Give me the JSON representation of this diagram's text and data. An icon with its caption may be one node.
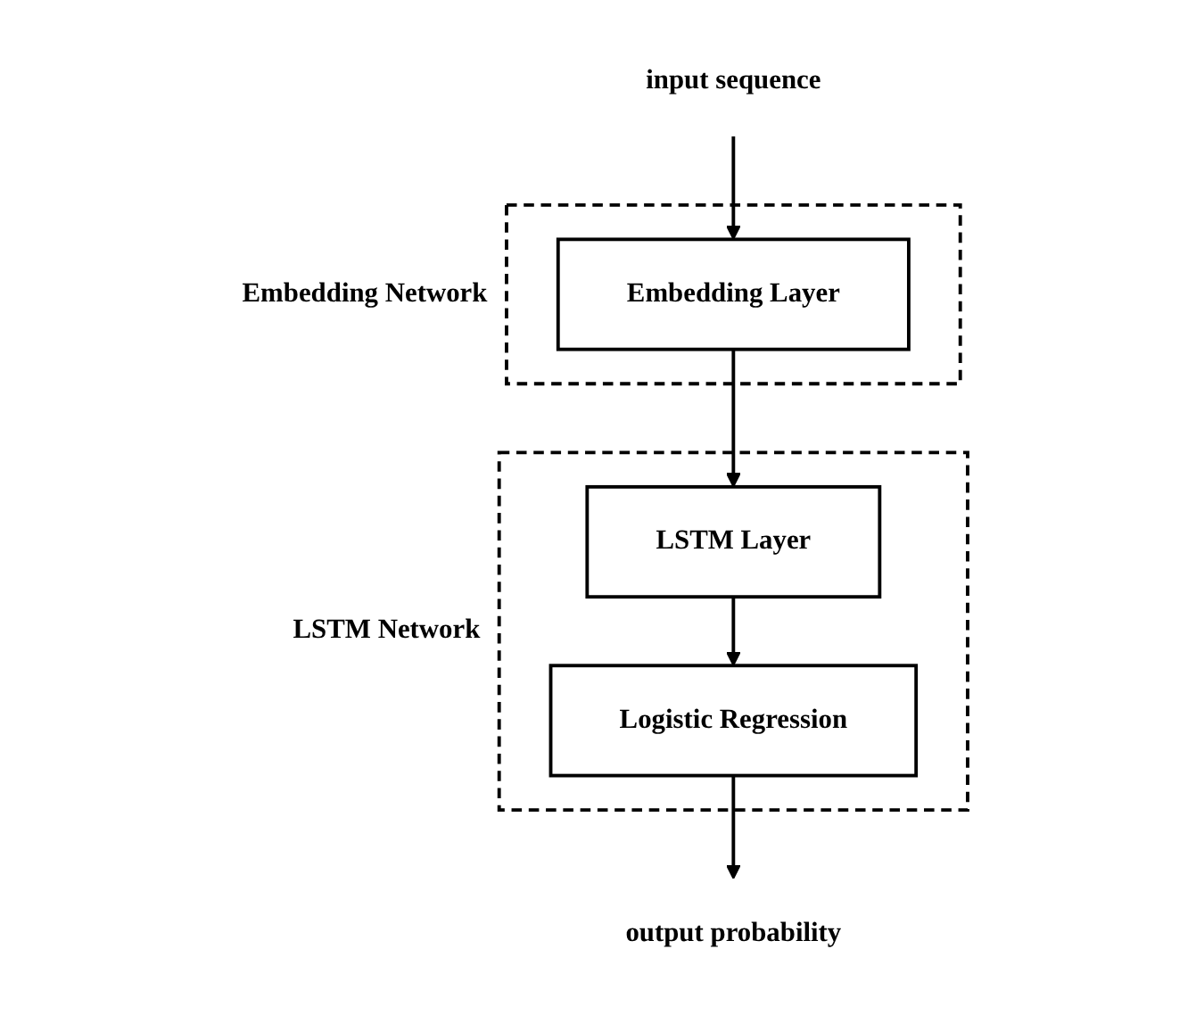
{
  "diagram": {
    "nodes": [
      {
        "text": [
          "input sequence"
        ]
      },
      {
        "text": [
          "Embedding Network"
        ]
      },
      {
        "text": [
          "Embedding Layer"
        ],
        "in": 1
      },
      {
        "text": [
          "LSTM Network"
        ]
      },
      {
        "text": [
          "LSTM Layer"
        ],
        "in": 3
      },
      {
        "text": [
          "Logistic Regression"
        ],
        "in": 3
      },
      {
        "text": [
          "output probability"
        ]
      }
    ],
    "edges": [
      {
        "from": 0,
        "to": 2,
        "arrow": "to"
      },
      {
        "from": 2,
        "to": 4,
        "arrow": "to"
      },
      {
        "from": 4,
        "to": 5,
        "arrow": "to"
      },
      {
        "from": 5,
        "to": 6,
        "arrow": "to"
      }
    ]
  }
}
